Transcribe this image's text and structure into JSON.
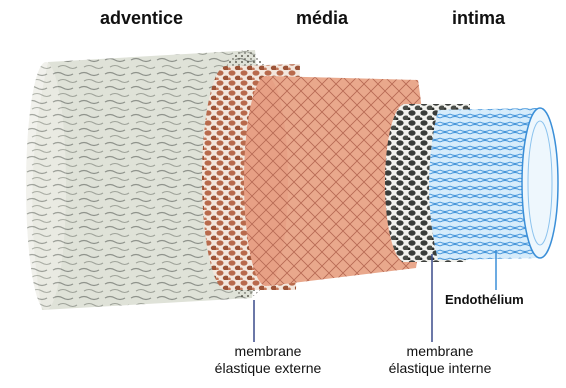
{
  "titles": {
    "adventice": "adventice",
    "media": "média",
    "intima": "intima"
  },
  "labels": {
    "endothelium": "Endothélium",
    "ext_line1": "membrane",
    "ext_line2": "élastique externe",
    "int_line1": "membrane",
    "int_line2": "élastique interne"
  },
  "colors": {
    "adventice": "#dfe2d8",
    "adventice_fiber": "#8f938c",
    "external_membrane": "#b86a4c",
    "media": "#e9a88c",
    "media_line": "#b86b55",
    "internal_membrane": "#3a3d3a",
    "intima": "#d6ecfb",
    "intima_line": "#3b8fd8",
    "leader": "#3a4a8a"
  }
}
